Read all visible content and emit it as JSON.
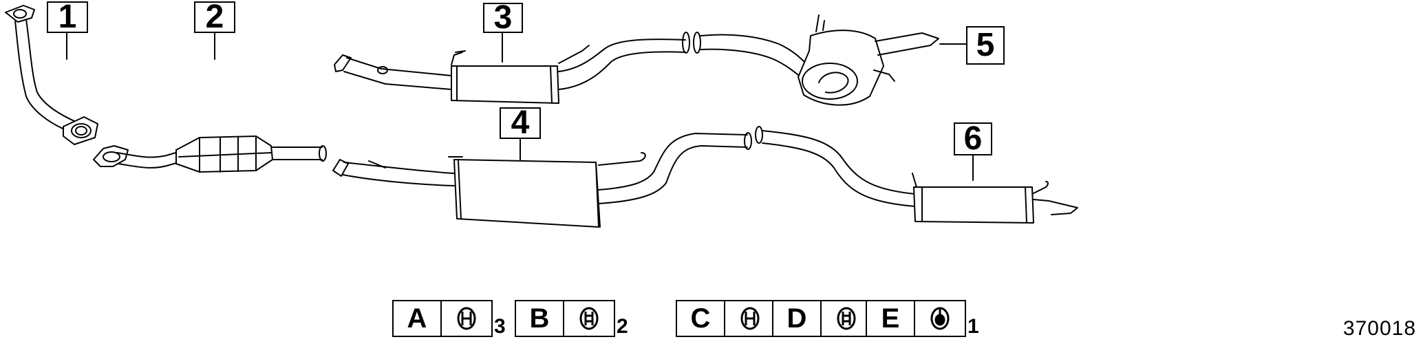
{
  "callouts": [
    {
      "id": "1",
      "label": "1"
    },
    {
      "id": "2",
      "label": "2"
    },
    {
      "id": "3",
      "label": "3"
    },
    {
      "id": "4",
      "label": "4"
    },
    {
      "id": "5",
      "label": "5"
    },
    {
      "id": "6",
      "label": "6"
    }
  ],
  "mounting_kits": [
    {
      "letter": "A",
      "quantity": "3",
      "icon": "rubber-hanger-icon"
    },
    {
      "letter": "B",
      "quantity": "2",
      "icon": "rubber-hanger-icon"
    },
    {
      "letter": "C",
      "quantity": "1",
      "icon": "rubber-hanger-icon"
    },
    {
      "letter": "D",
      "quantity": "1",
      "icon": "rubber-hanger-icon"
    },
    {
      "letter": "E",
      "quantity": "1",
      "icon": "rubber-hanger-icon"
    }
  ],
  "reference_number": "370018",
  "parts": [
    {
      "callout": "1",
      "icon": "front-downpipe-icon"
    },
    {
      "callout": "2",
      "icon": "catalytic-converter-icon"
    },
    {
      "callout": "3",
      "icon": "centre-silencer-icon"
    },
    {
      "callout": "4",
      "icon": "centre-silencer-long-icon"
    },
    {
      "callout": "5",
      "icon": "rear-box-silencer-icon"
    },
    {
      "callout": "6",
      "icon": "rear-silencer-icon"
    }
  ],
  "colors": {
    "line": "#000000",
    "background": "#ffffff",
    "watermark": "#e6e6e6"
  }
}
